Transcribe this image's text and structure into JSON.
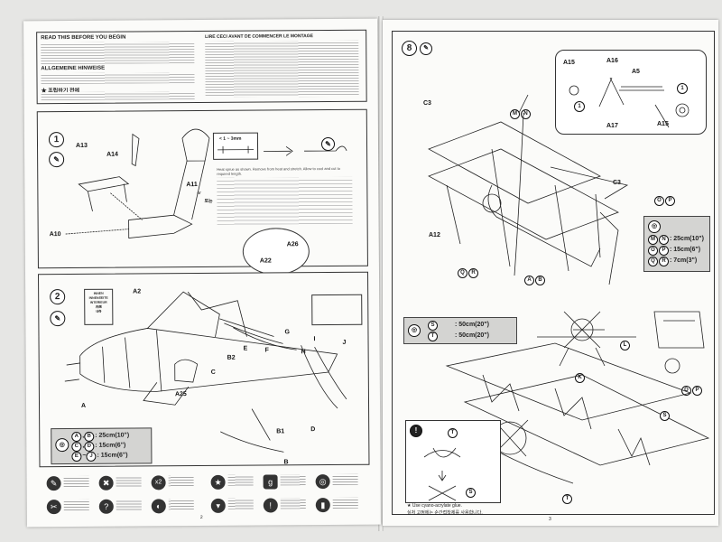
{
  "left_page": {
    "warnings": {
      "heading_en": "READ THIS BEFORE YOU BEGIN",
      "heading_de": "ALLGEMEINE HINWEISE",
      "heading_kr": "★ 조립하기 전에",
      "heading_fr": "LIRE CECI AVANT DE COMMENCER LE MONTAGE"
    },
    "step1": {
      "number": "1",
      "parts": [
        "A13",
        "A14",
        "A11",
        "A10"
      ],
      "or_label": "or",
      "kr_label": "또는",
      "dimension": "< 1 ~ 3mm",
      "note_en": "Heat sprue as shown. Remove from heat and stretch. Allow to cool and cut to required length.",
      "zoom_parts": [
        "A26",
        "A22"
      ]
    },
    "step2": {
      "number": "2",
      "interior_label": [
        "INNEN",
        "INNENSEITE",
        "INTERIEUR",
        "内側",
        "내측"
      ],
      "parts": [
        "A2",
        "G",
        "I",
        "J",
        "H",
        "F",
        "E",
        "B2",
        "C",
        "A25",
        "A",
        "B1",
        "D",
        "B"
      ],
      "rigging_legend": [
        {
          "letters": [
            "A",
            "B"
          ],
          "sep": ",",
          "value": ": 25cm(10\")"
        },
        {
          "letters": [
            "C",
            "D"
          ],
          "sep": ",",
          "value": ": 15cm(6\")"
        },
        {
          "letters": [
            "E",
            "J"
          ],
          "sep": "~",
          "value": ": 15cm(6\")"
        }
      ]
    },
    "page_number": "2",
    "icon_legend": [
      {
        "name": "cement-icon",
        "glyph": "✎"
      },
      {
        "name": "do-not-cement-icon",
        "glyph": "✖"
      },
      {
        "name": "make-two-icon",
        "glyph": "x2"
      },
      {
        "name": "apply-decal-icon",
        "glyph": "★"
      },
      {
        "name": "gun-metal-icon",
        "glyph": "g"
      },
      {
        "name": "drill-hole-icon",
        "glyph": "◎"
      },
      {
        "name": "cut-off-icon",
        "glyph": "✂"
      },
      {
        "name": "choice-icon",
        "glyph": "?"
      },
      {
        "name": "apply-rigging-icon",
        "glyph": "◐"
      },
      {
        "name": "sand-icon",
        "glyph": "▾"
      },
      {
        "name": "caution-icon",
        "glyph": "!"
      },
      {
        "name": "reverse-side-icon",
        "glyph": "▮"
      }
    ]
  },
  "right_page": {
    "step8": {
      "number": "8",
      "parts": [
        "C3",
        "C3",
        "A12"
      ],
      "detail_parts": [
        "A15",
        "A16",
        "A5",
        "A17",
        "A15"
      ],
      "rigging_refs": [
        "M",
        "N",
        "O",
        "P",
        "Q",
        "R",
        "A",
        "B"
      ],
      "rigging_legend": [
        {
          "letters": [
            "M",
            "N"
          ],
          "value": ": 25cm(10\")"
        },
        {
          "letters": [
            "O",
            "P"
          ],
          "value": ": 15cm(6\")"
        },
        {
          "letters": [
            "Q",
            "R"
          ],
          "value": ": 7cm(3\")"
        }
      ],
      "rigging_legend2": [
        {
          "letters": [
            "S"
          ],
          "value": ": 50cm(20\")"
        },
        {
          "letters": [
            "T"
          ],
          "value": ": 50cm(20\")"
        }
      ],
      "front_view_refs": [
        "L",
        "K"
      ],
      "side_view_refs": [
        "O",
        "P"
      ],
      "bottom_refs": [
        "S",
        "S",
        "T",
        "T",
        "S",
        "T"
      ],
      "glue_note_en": "★ Use cyano-acrylate glue.",
      "glue_note_kr": "실처 고정에는 순간접착제를 사용합니다."
    },
    "page_number": "3"
  }
}
